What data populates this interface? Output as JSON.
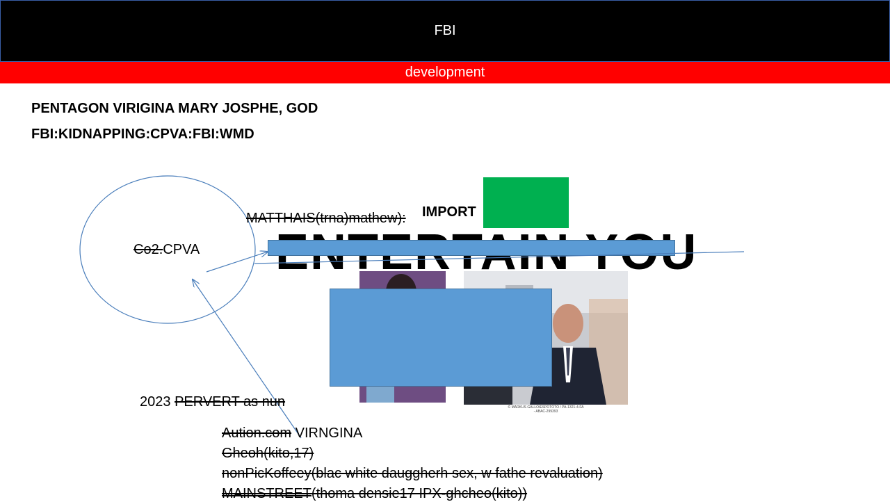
{
  "header": {
    "title": "FBI",
    "subtitle": "development"
  },
  "headings": {
    "line1": "PENTAGON VIRIGINA MARY JOSPHE, GOD",
    "line2": "FBI:KIDNAPPING:CPVA:FBI:WMD"
  },
  "ellipse_label": {
    "struck": "Co2.",
    "normal": "CPVA"
  },
  "matthais": {
    "struck": "MATTHAIS(trna)mathew):"
  },
  "import_label": "IMPORT",
  "big_text": "ENTERTAIN YOU",
  "year_line": {
    "normal": "2023 ",
    "struck": "PERVERT as nun"
  },
  "notes": {
    "line1_struck": "Aution.com",
    "line1_normal": " VIRNGINA",
    "line2_struck": "Gheoh(kito,17)",
    "line3_struck": "nonPicKoffeey(blac white dauggherh sex, w fathe revaluation)",
    "line4_struck": "MAINSTREET",
    "line4_rest": "(thoma densie17 IPX-ghcheo(kito))"
  },
  "photo_caption": "© MARKUS GALLO/ESPOTOTO  /  PA-1321-4-FA  -  ABAC-299393",
  "colors": {
    "green": "#00b050",
    "blue": "#5b9bd5",
    "red": "#ff0000",
    "line": "#4a7ebb"
  }
}
